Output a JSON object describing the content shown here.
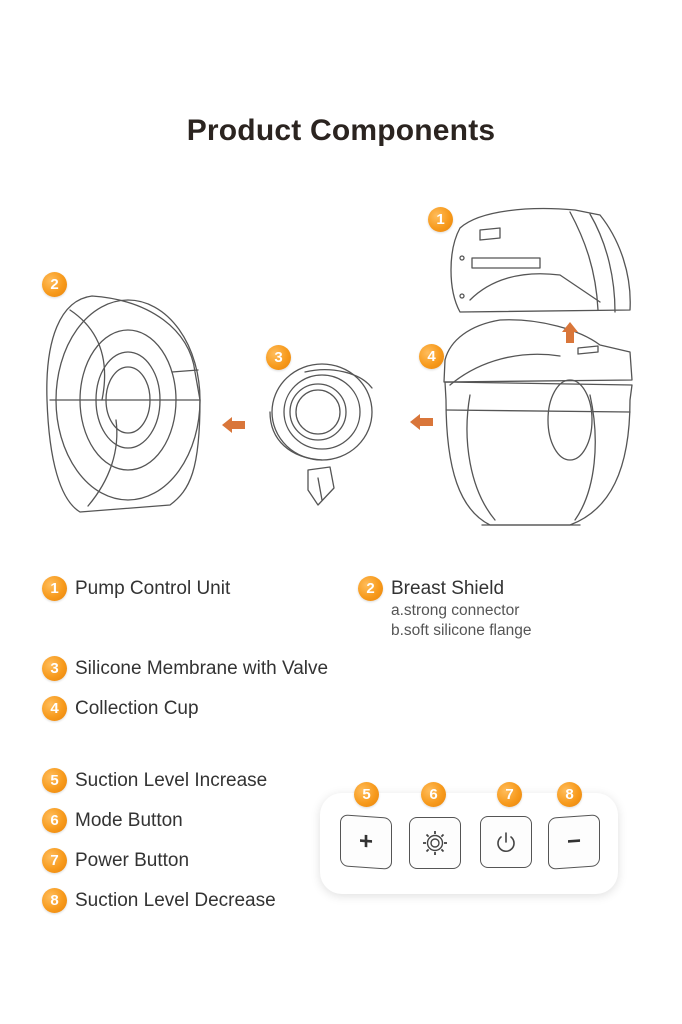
{
  "title": "Product Components",
  "accent_color": "#f79a1c",
  "callouts": {
    "c1": "1",
    "c2": "2",
    "c3": "3",
    "c4": "4",
    "c5": "5",
    "c6": "6",
    "c7": "7",
    "c8": "8"
  },
  "legend": {
    "item1": {
      "num": "1",
      "label": "Pump Control Unit"
    },
    "item2": {
      "num": "2",
      "label": "Breast Shield",
      "sub_a": "a.strong connector",
      "sub_b": "b.soft silicone flange"
    },
    "item3": {
      "num": "3",
      "label": "Silicone Membrane with Valve"
    },
    "item4": {
      "num": "4",
      "label": "Collection Cup"
    },
    "item5": {
      "num": "5",
      "label": "Suction Level Increase"
    },
    "item6": {
      "num": "6",
      "label": "Mode Button"
    },
    "item7": {
      "num": "7",
      "label": "Power Button"
    },
    "item8": {
      "num": "8",
      "label": "Suction Level Decrease"
    }
  },
  "buttons": {
    "plus_symbol": "+",
    "minus_symbol": "−",
    "mode_icon": "flower-icon",
    "power_icon": "power-icon"
  }
}
